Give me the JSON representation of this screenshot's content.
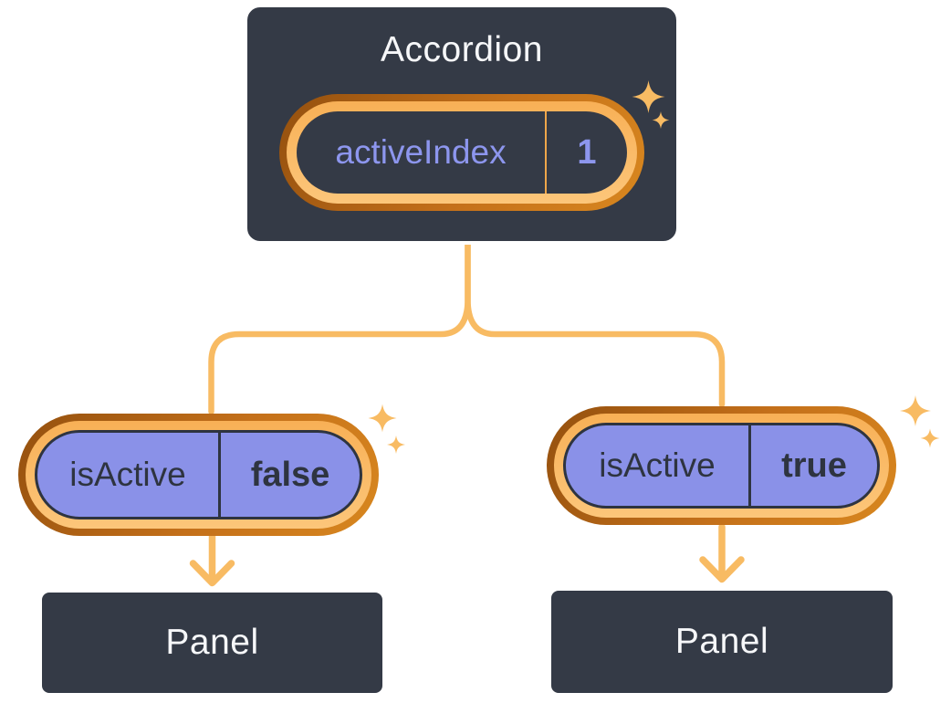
{
  "colors": {
    "bg": "#ffffff",
    "node-fill": "#343a46",
    "node-border": "#ffffff",
    "node-text": "#f6f7f9",
    "purple-fill": "#8a91e8",
    "purple-text": "#8d96ee",
    "dark-text": "#2e3440",
    "ring-outer-a": "#94500e",
    "ring-outer-b": "#d8871f",
    "ring-inner-a": "#f8b056",
    "ring-inner-b": "#fcc67a",
    "connector": "#f8bb63",
    "divider-orange": "#efa64a"
  },
  "icons": {
    "sparkle": "four-point-star"
  },
  "diagram": {
    "root": {
      "title": "Accordion",
      "state": {
        "name": "activeIndex",
        "value": "1"
      }
    },
    "children": [
      {
        "prop": {
          "name": "isActive",
          "value": "false"
        },
        "component": {
          "title": "Panel"
        }
      },
      {
        "prop": {
          "name": "isActive",
          "value": "true"
        },
        "component": {
          "title": "Panel"
        }
      }
    ]
  }
}
